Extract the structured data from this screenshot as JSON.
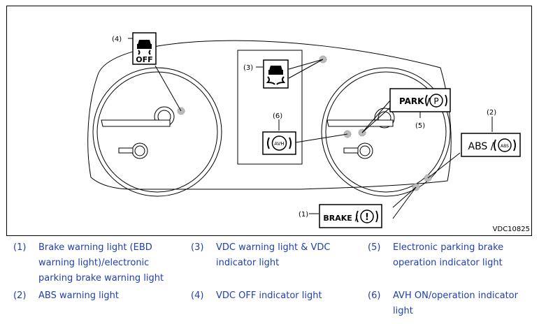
{
  "figure": {
    "code": "VDC10825",
    "callouts": {
      "c1": "(1)",
      "c2": "(2)",
      "c3": "(3)",
      "c4": "(4)",
      "c5": "(5)",
      "c6": "(6)"
    },
    "labels": {
      "brake_text": "BRAKE /",
      "brake_icon_text": "!",
      "abs_text": "ABS /",
      "abs_icon_text": "ABS",
      "park_text": "PARK /",
      "park_icon_text": "P",
      "avh_icon_text": "AVH",
      "vdc_off_text": "OFF"
    }
  },
  "legend": [
    {
      "num": "(1)",
      "text": "Brake warning light (EBD warning light)/electronic parking brake warning light"
    },
    {
      "num": "(2)",
      "text": "ABS warning light"
    },
    {
      "num": "(3)",
      "text": "VDC warning light & VDC indicator light"
    },
    {
      "num": "(4)",
      "text": "VDC OFF indicator light"
    },
    {
      "num": "(5)",
      "text": "Electronic parking brake operation indicator light"
    },
    {
      "num": "(6)",
      "text": "AVH ON/operation indicator light"
    }
  ],
  "colors": {
    "legend_text": "#1f3fb0",
    "line": "#000000",
    "lamp": "#bbbbbb"
  }
}
